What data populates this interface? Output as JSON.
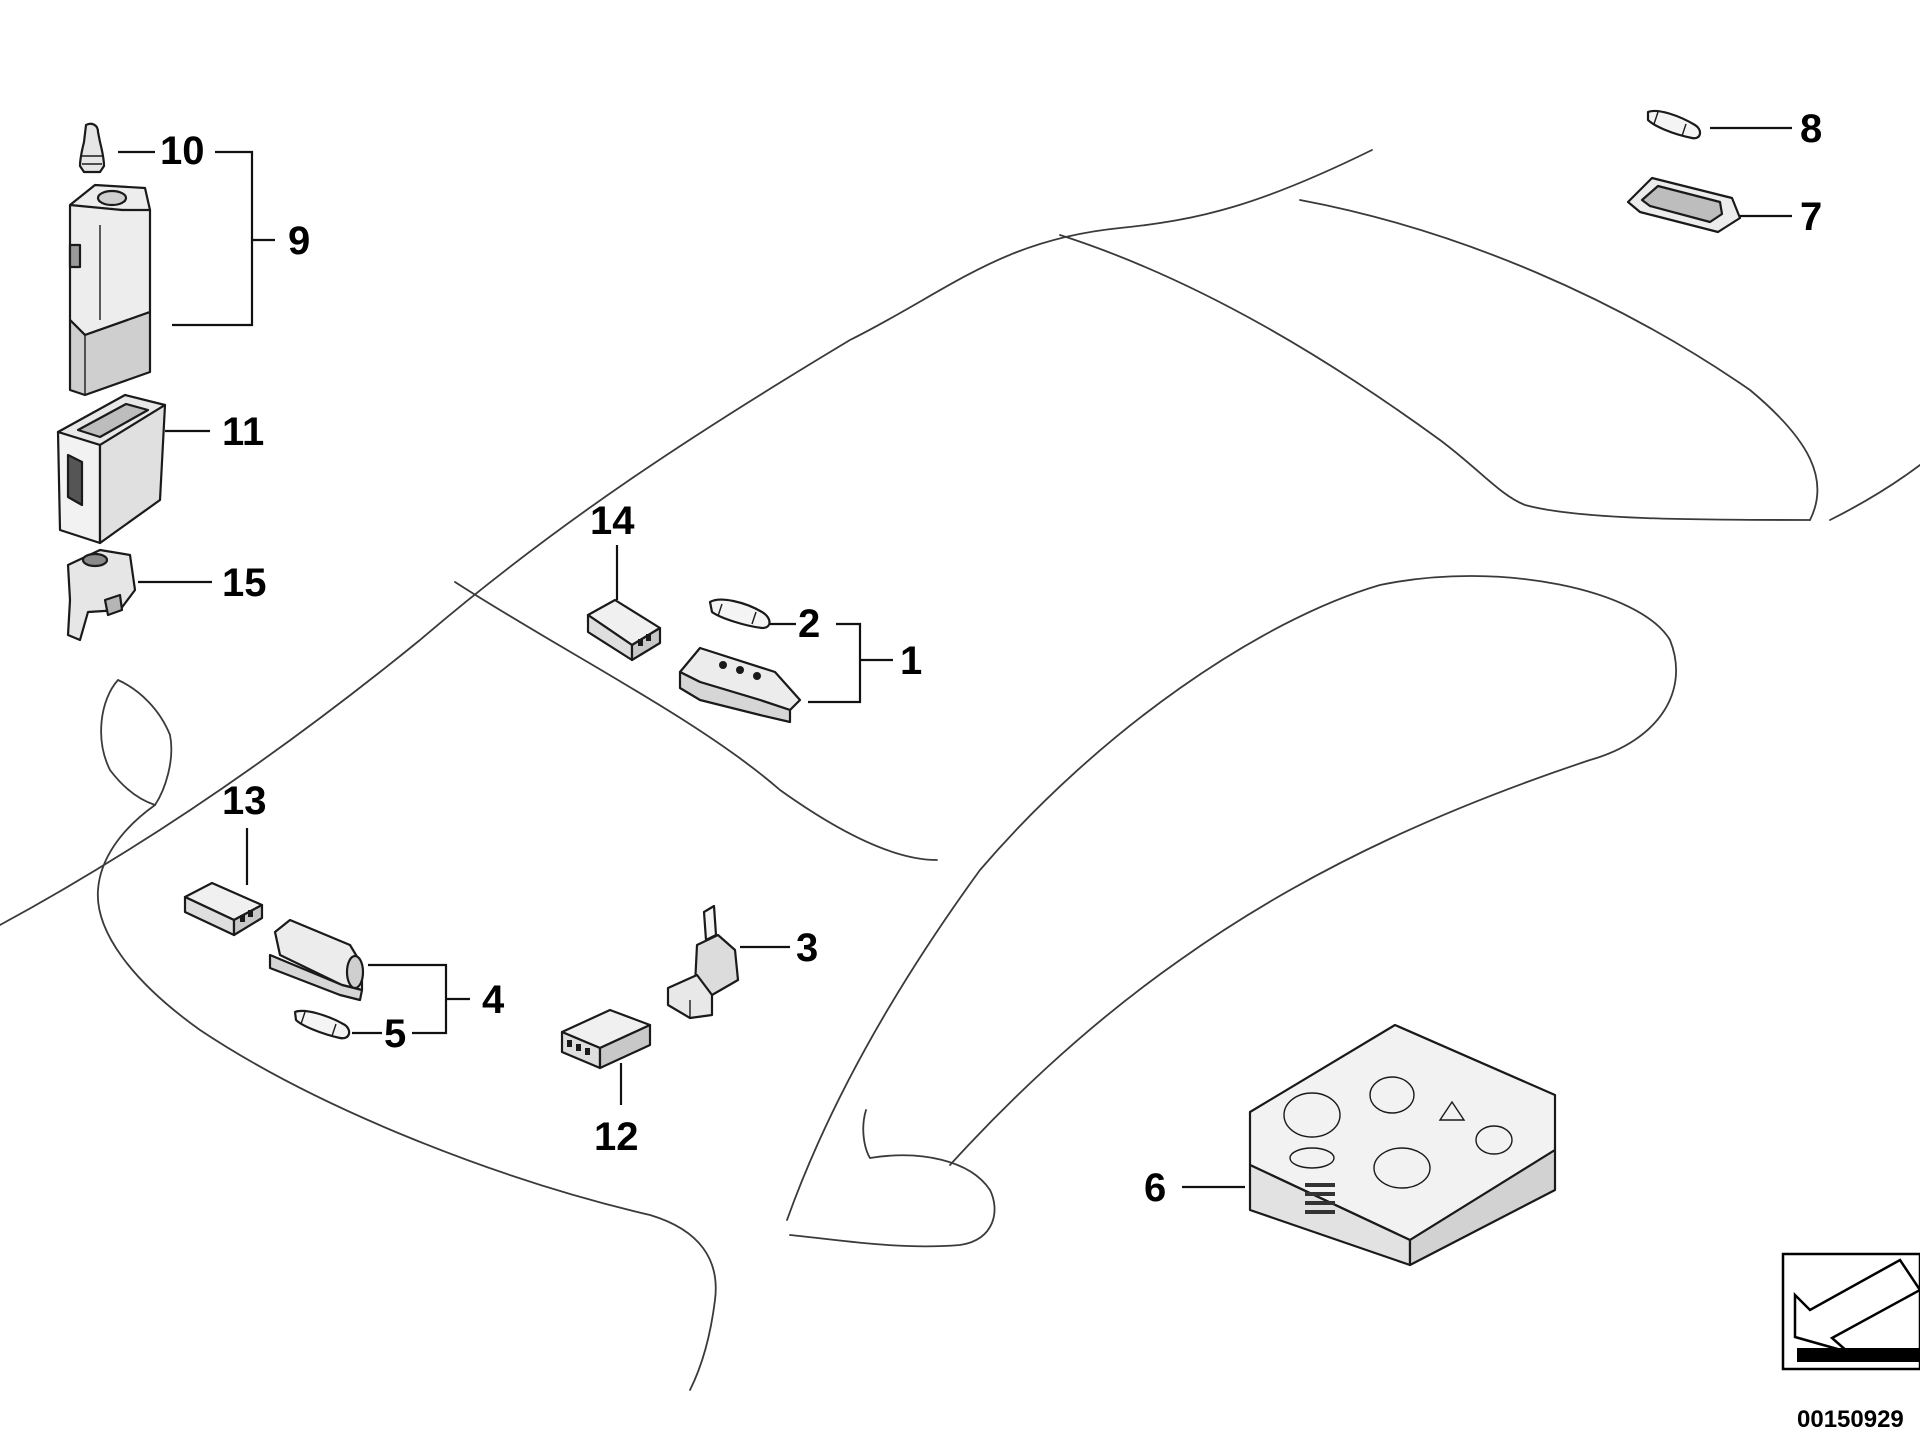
{
  "diagram": {
    "callouts": {
      "c1": "1",
      "c2": "2",
      "c3": "3",
      "c4": "4",
      "c5": "5",
      "c6": "6",
      "c7": "7",
      "c8": "8",
      "c9": "9",
      "c10": "10",
      "c11": "11",
      "c12": "12",
      "c13": "13",
      "c14": "14",
      "c15": "15"
    },
    "document_number": "00150929",
    "colors": {
      "line": "#3a3a3a",
      "part_fill": "#d9d9d9",
      "part_dark": "#8c8c8c",
      "text": "#000000"
    },
    "icons": [
      "orientation-arrow-icon"
    ]
  }
}
